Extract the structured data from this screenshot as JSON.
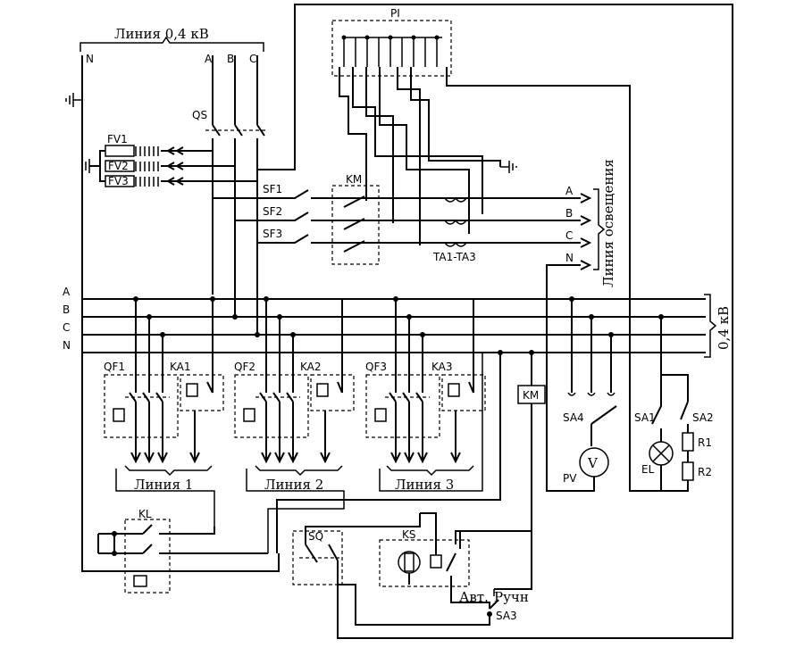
{
  "header": {
    "incoming_line_label": "Линия 0,4 кВ",
    "phase_labels": [
      "N",
      "A",
      "B",
      "C"
    ]
  },
  "devices": {
    "meter": "PI",
    "main_switch": "QS",
    "surge_arresters": [
      "FV1",
      "FV2",
      "FV3"
    ],
    "contactor": "KM",
    "transformers": "TA1-TA3",
    "lighting_breakers": [
      "SF1",
      "SF2",
      "SF3"
    ],
    "km_coil": "KM",
    "kl_relay": "KL",
    "sq": "SQ",
    "ks": "KS",
    "sa3": "SA3",
    "sa4": "SA4",
    "pv": "PV",
    "el": "EL",
    "sa1": "SA1",
    "sa2": "SA2",
    "r1": "R1",
    "r2": "R2"
  },
  "lighting_outputs": {
    "phases": [
      "A",
      "B",
      "C",
      "N"
    ],
    "label": "Линия освещения"
  },
  "busbars": {
    "names": [
      "A",
      "B",
      "C",
      "N"
    ],
    "voltage": "0,4 кВ"
  },
  "feeders": [
    {
      "breaker": "QF1",
      "relay": "KA1",
      "line": "Линия 1"
    },
    {
      "breaker": "QF2",
      "relay": "KA2",
      "line": "Линия 2"
    },
    {
      "breaker": "QF3",
      "relay": "KA3",
      "line": "Линия 3"
    }
  ],
  "mode_switch": {
    "auto": "Авт.",
    "manual": "Ручн"
  }
}
